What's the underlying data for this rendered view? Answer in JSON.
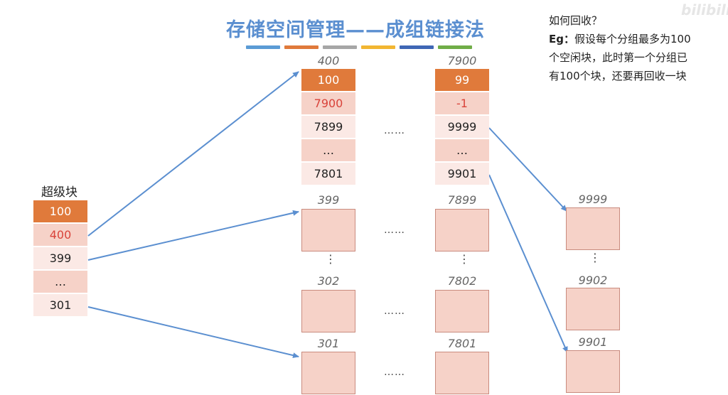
{
  "title": "存储空间管理——成组链接法",
  "accent_colors": [
    "#5b9bd5",
    "#e07a3b",
    "#a6a6a6",
    "#f2b632",
    "#3f67b5",
    "#70ad47"
  ],
  "note": {
    "line1": "如何回收？",
    "line2_label": "Eg：",
    "line2_text": "假设每个分组最多为100",
    "line3": "个空闲块，此时第一个分组已",
    "line4": "有100个块，还要再回收一块"
  },
  "watermark": "bilibili",
  "superblock": {
    "title": "超级块",
    "cells": [
      "100",
      "400",
      "399",
      "…",
      "301"
    ]
  },
  "group_400": {
    "label": "400",
    "cells": [
      "100",
      "7900",
      "7899",
      "…",
      "7801"
    ]
  },
  "group_7900": {
    "label": "7900",
    "cells": [
      "99",
      "-1",
      "9999",
      "…",
      "9901"
    ]
  },
  "ellipsis_h": "……",
  "ellipsis_v": "⋮",
  "blocks": {
    "b399": "399",
    "b7899": "7899",
    "b302": "302",
    "b7802": "7802",
    "b301": "301",
    "b7801": "7801",
    "b9999": "9999",
    "b9902": "9902",
    "b9901": "9901"
  }
}
